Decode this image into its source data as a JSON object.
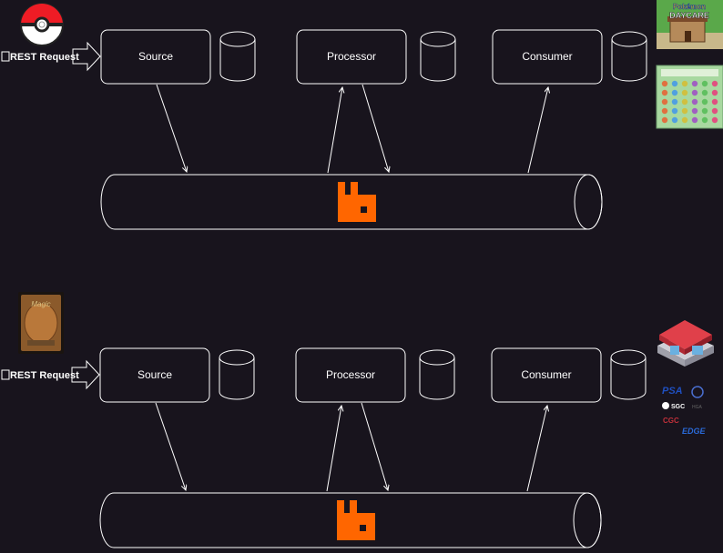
{
  "colors": {
    "background": "#18141d",
    "stroke": "#ffffff",
    "queue_accent": "#ff6600"
  },
  "flows": [
    {
      "name": "pokemon",
      "request_label": "REST Request",
      "nodes": [
        {
          "label": "Source"
        },
        {
          "label": "Processor"
        },
        {
          "label": "Consumer"
        }
      ],
      "logo_top": "pokeball-icon",
      "side_images": [
        {
          "caption": "Pokémon",
          "title": "DAYCARE"
        },
        {
          "caption": "pokemon-storage-grid"
        }
      ]
    },
    {
      "name": "cards",
      "request_label": "REST Request",
      "nodes": [
        {
          "label": "Source"
        },
        {
          "label": "Processor"
        },
        {
          "label": "Consumer"
        }
      ],
      "logo_top": "magic-card-icon",
      "card_text": "Magic",
      "side_images": [
        {
          "caption": "store-icon"
        },
        {
          "grader_logos": [
            "PSA",
            "SGC",
            "CGC",
            "EDGE"
          ]
        }
      ]
    }
  ]
}
